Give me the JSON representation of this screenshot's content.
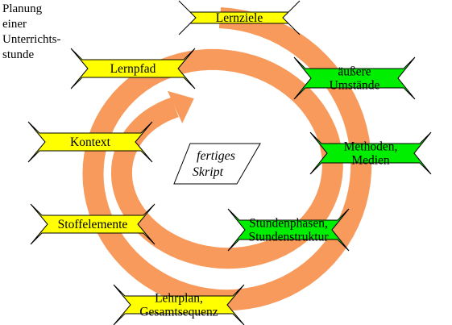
{
  "title": {
    "lines": [
      "Planung",
      "einer",
      "Unterrichts-",
      "stunde"
    ]
  },
  "center": {
    "lines": [
      "fertiges",
      "Skript"
    ]
  },
  "nodes": [
    {
      "id": "lernziele",
      "lines": [
        "Lernziele"
      ],
      "color": "#FFFF00"
    },
    {
      "id": "lernpfad",
      "lines": [
        "Lernpfad"
      ],
      "color": "#FFFF00"
    },
    {
      "id": "aeussere-umstaende",
      "lines": [
        "äußere",
        "Umstände"
      ],
      "color": "#00EE00"
    },
    {
      "id": "kontext",
      "lines": [
        "Kontext"
      ],
      "color": "#FFFF00"
    },
    {
      "id": "methoden-medien",
      "lines": [
        "Methoden,",
        "Medien"
      ],
      "color": "#00EE00"
    },
    {
      "id": "stoffelemente",
      "lines": [
        "Stoffelemente"
      ],
      "color": "#FFFF00"
    },
    {
      "id": "stundenphasen",
      "lines": [
        "Stundenphasen,",
        "Stundenstruktur"
      ],
      "color": "#00EE00"
    },
    {
      "id": "lehrplan",
      "lines": [
        "Lehrplan,",
        "Gesamtsequenz"
      ],
      "color": "#FFFF00"
    }
  ],
  "colors": {
    "spiral": "#F79A5B",
    "outline": "#000000"
  }
}
